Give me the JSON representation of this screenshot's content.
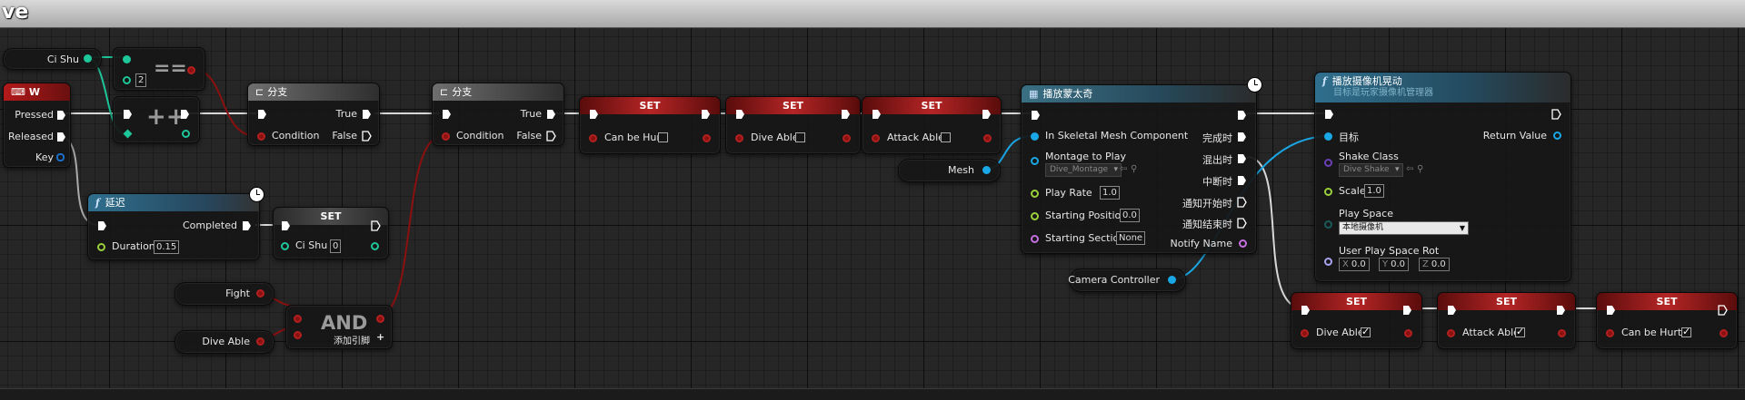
{
  "graph": {
    "title": "ve"
  },
  "colors": {
    "exec": "#ffffff",
    "bool": "#8b1010",
    "int": "#1ec79a",
    "object": "#1aa7e6",
    "float": "#9bd13a",
    "name": "#c56fe0"
  },
  "nodes": {
    "ci_shu_get": {
      "label": "Ci Shu"
    },
    "equals": {
      "operator": "==",
      "b_value": "2"
    },
    "w_event": {
      "title": "W",
      "pressed": "Pressed",
      "released": "Released",
      "key": "Key"
    },
    "increment": {
      "operator": "++"
    },
    "branch1": {
      "title": "分支",
      "true_label": "True",
      "false_label": "False",
      "condition": "Condition"
    },
    "delay": {
      "title": "延迟",
      "completed": "Completed",
      "duration_label": "Duration",
      "duration_value": "0.15"
    },
    "set_ci_shu": {
      "title": "SET",
      "var": "Ci Shu",
      "value": "0"
    },
    "fight_get": {
      "label": "Fight"
    },
    "dive_able_get": {
      "label": "Dive Able"
    },
    "and_node": {
      "operator": "AND",
      "add_pin": "添加引脚"
    },
    "branch2": {
      "title": "分支",
      "true_label": "True",
      "false_label": "False",
      "condition": "Condition"
    },
    "set1": {
      "title": "SET",
      "var": "Can be Hurt",
      "checked": false
    },
    "set2": {
      "title": "SET",
      "var": "Dive Able",
      "checked": false
    },
    "set3": {
      "title": "SET",
      "var": "Attack Able",
      "checked": false
    },
    "mesh_get": {
      "label": "Mesh"
    },
    "play_montage": {
      "title": "播放蒙太奇",
      "in_mesh": "In Skeletal Mesh Component",
      "montage_label": "Montage to Play",
      "montage_value": "Dive_Montage",
      "play_rate_label": "Play Rate",
      "play_rate_value": "1.0",
      "start_pos_label": "Starting Position",
      "start_pos_value": "0.0",
      "start_section_label": "Starting Section",
      "start_section_value": "None",
      "outputs": [
        "完成时",
        "混出时",
        "中断时",
        "通知开始时",
        "通知结束时",
        "Notify Name"
      ]
    },
    "camera_get": {
      "label": "Camera Controller"
    },
    "camera_shake": {
      "title": "播放摄像机晃动",
      "subtitle": "目标是玩家摄像机管理器",
      "target": "目标",
      "return_value": "Return Value",
      "shake_class_label": "Shake Class",
      "shake_class_value": "Dive Shake",
      "scale_label": "Scale",
      "scale_value": "1.0",
      "play_space_label": "Play Space",
      "play_space_value": "本地摄像机",
      "rot_label": "User Play Space Rot",
      "rot_x": "0.0",
      "rot_y": "0.0",
      "rot_z": "0.0"
    },
    "set4": {
      "title": "SET",
      "var": "Dive Able",
      "checked": true
    },
    "set5": {
      "title": "SET",
      "var": "Attack Able",
      "checked": true
    },
    "set6": {
      "title": "SET",
      "var": "Can be Hurt",
      "checked": true
    }
  }
}
